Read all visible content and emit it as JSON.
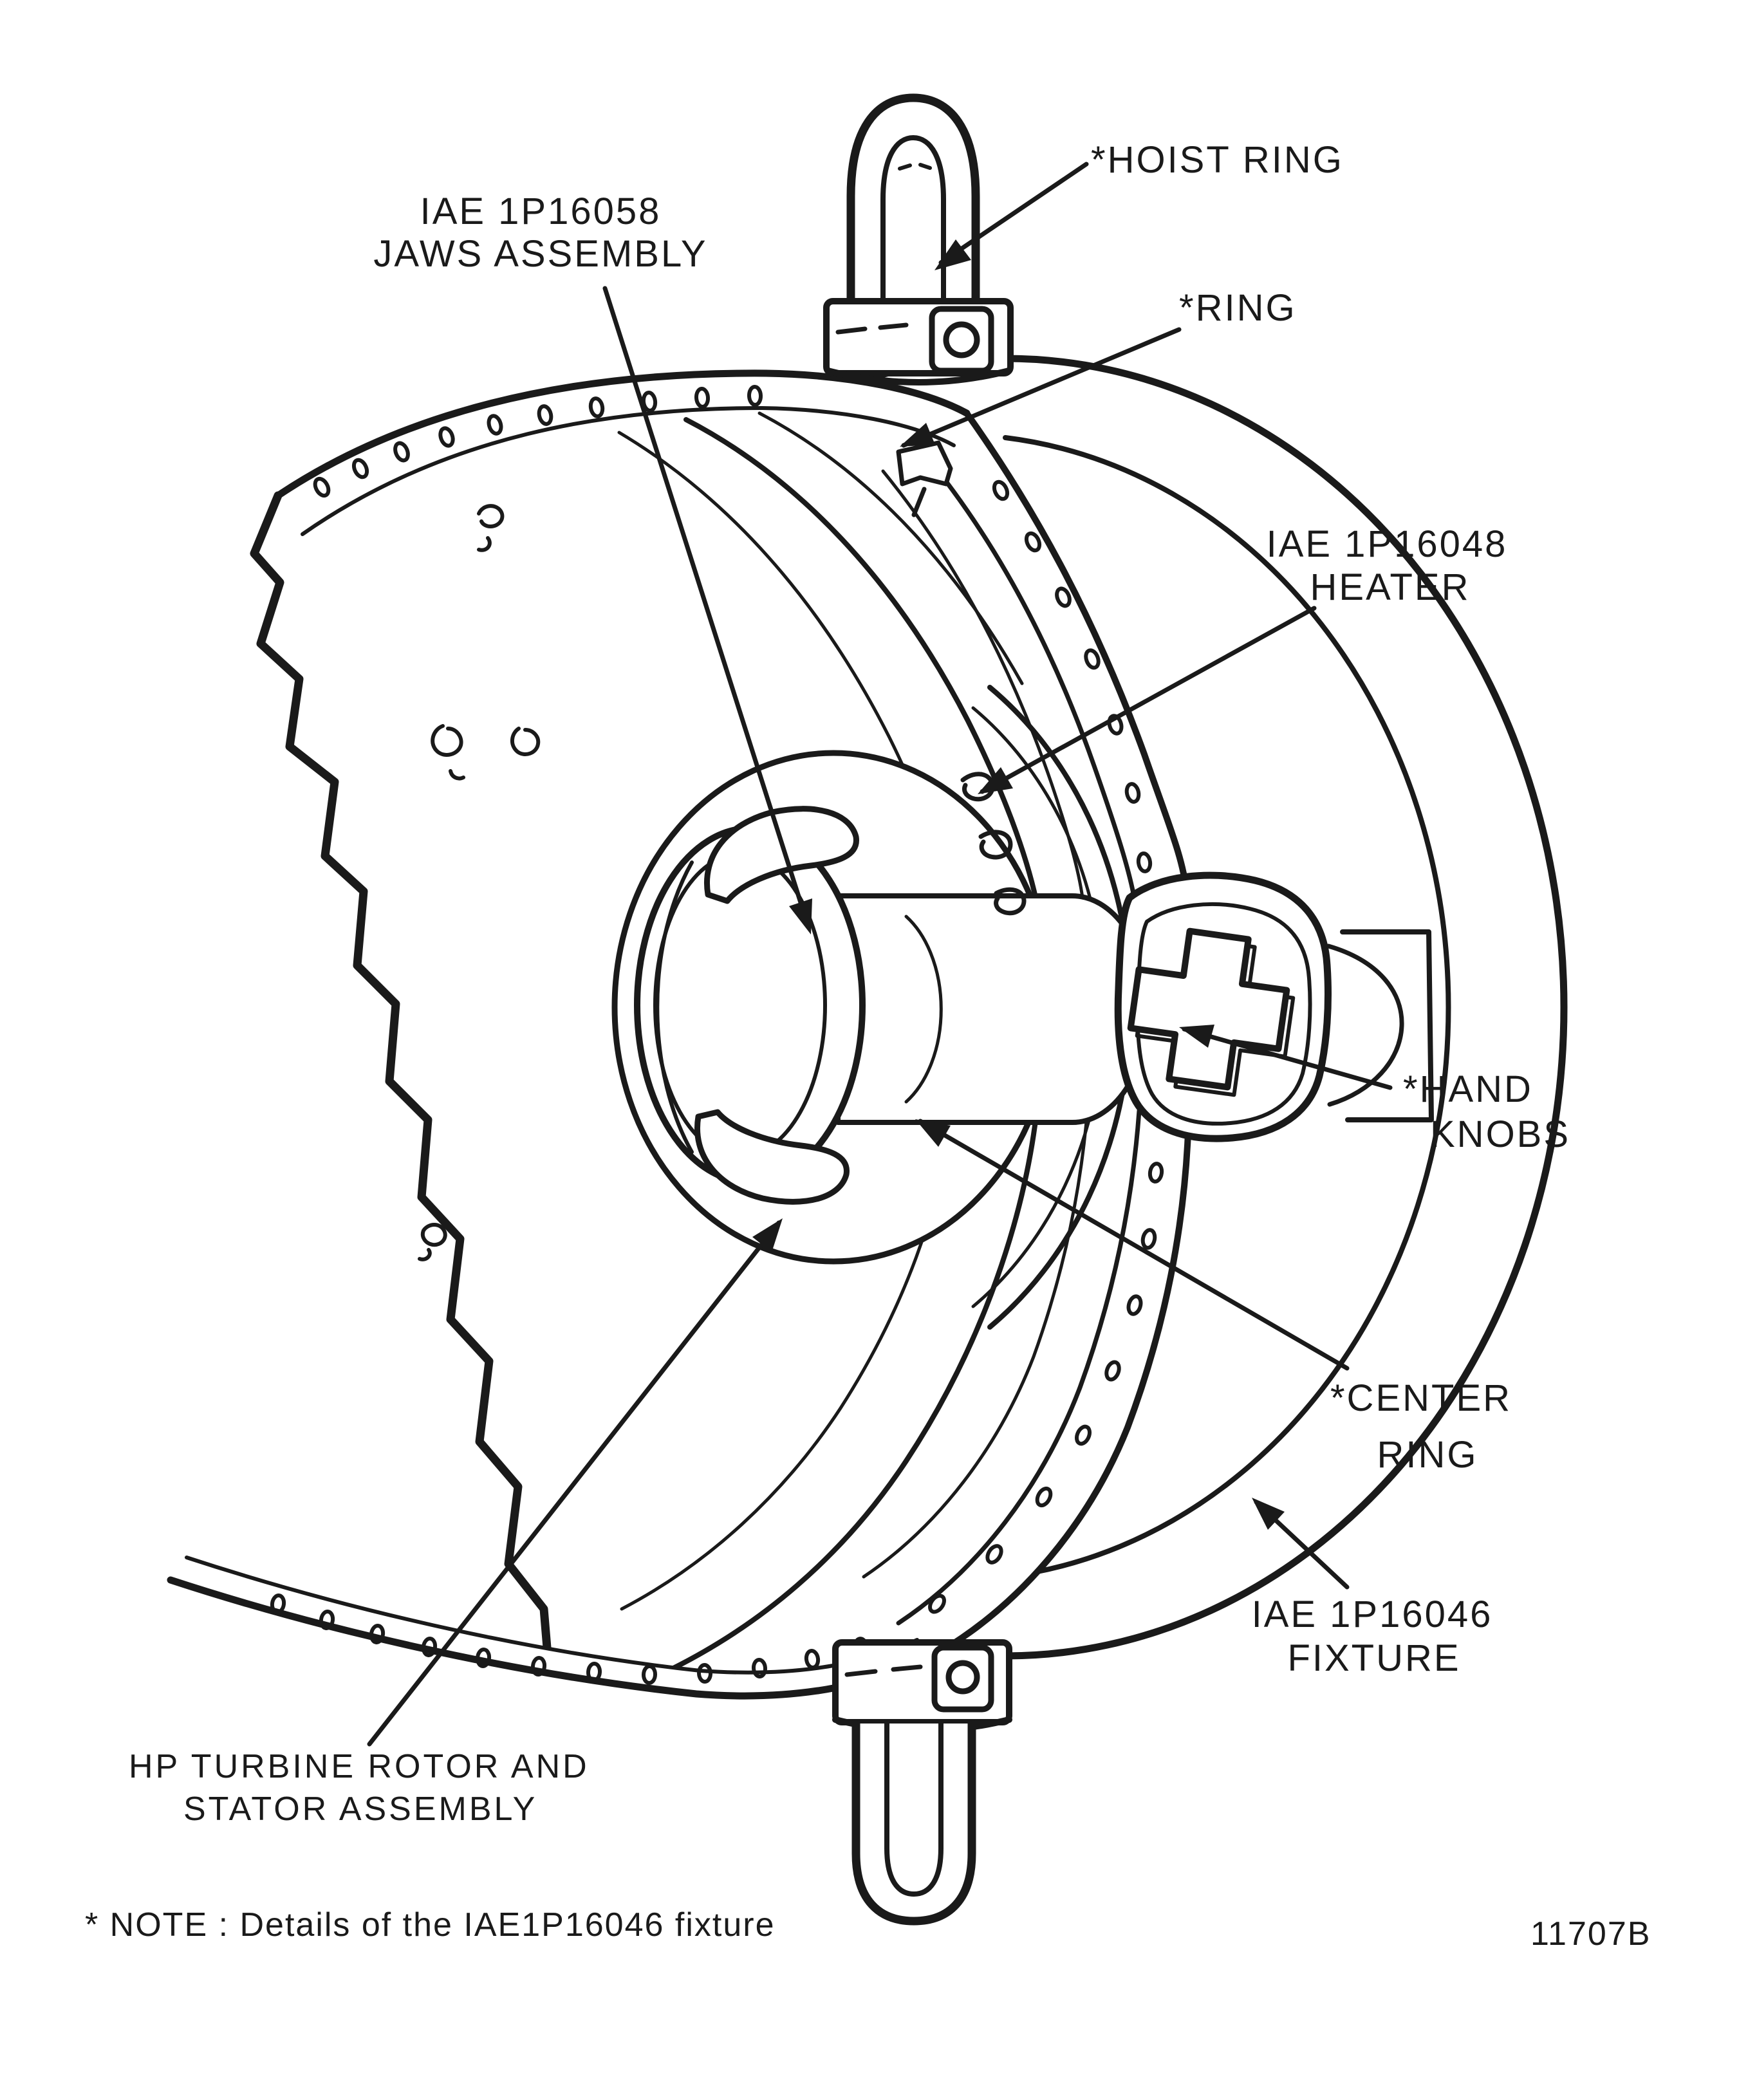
{
  "page": {
    "kind": "engineering-illustration",
    "ink_color": "#1a1a1a",
    "paper_color": "#ffffff"
  },
  "callouts": {
    "hoist_ring": {
      "text": "*HOIST RING"
    },
    "jaws": {
      "line1": "IAE 1P16058",
      "line2": "JAWS ASSEMBLY"
    },
    "ring": {
      "text": "*RING"
    },
    "heater": {
      "line1": "IAE 1P16048",
      "line2": "HEATER"
    },
    "hand_knobs": {
      "line1": "*HAND",
      "line2": "KNOBS"
    },
    "center_ring": {
      "line1": "*CENTER",
      "line2": "RING"
    },
    "fixture": {
      "line1": "IAE 1P16046",
      "line2": "FIXTURE"
    },
    "hp_turbine": {
      "line1": "HP TURBINE ROTOR AND",
      "line2": "STATOR ASSEMBLY"
    }
  },
  "footer": {
    "note": "* NOTE : Details of the IAE1P16046 fixture",
    "figure_number": "11707B"
  }
}
